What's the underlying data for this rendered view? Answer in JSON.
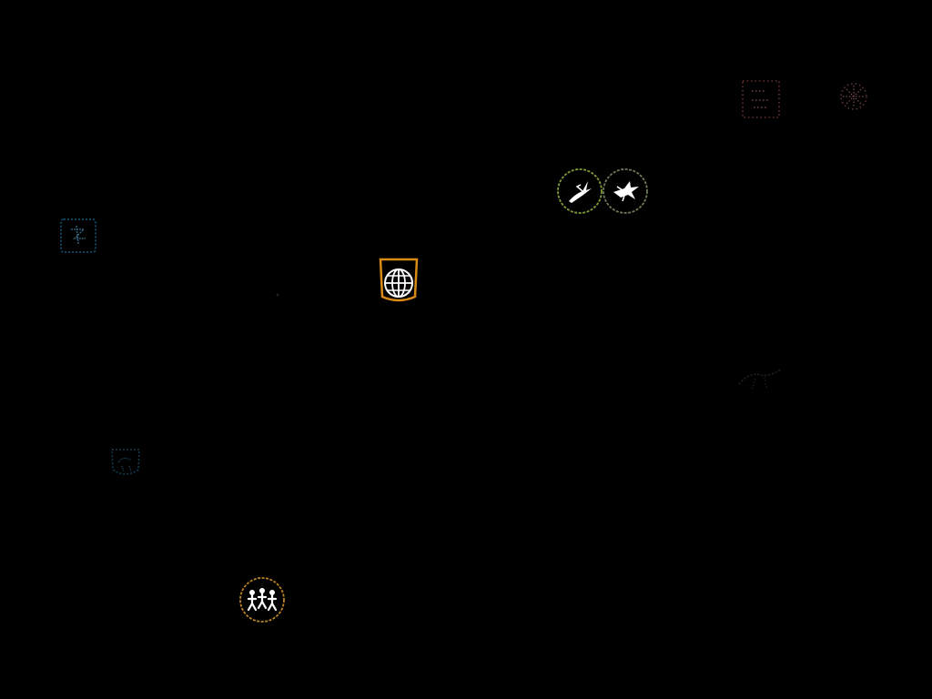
{
  "map": {
    "background": "#000000"
  },
  "units": [
    {
      "id": "u1",
      "icon": "stickman-square-icon",
      "color": "#1e7fb0",
      "visibility": "dim"
    },
    {
      "id": "u2",
      "icon": "horseman-square-icon",
      "color": "#1f6f9a",
      "visibility": "dim"
    },
    {
      "id": "u3",
      "icon": "globe-shield-icon",
      "color": "#d98a16",
      "visibility": "bright"
    },
    {
      "id": "u4",
      "icon": "running-figures-circle-icon",
      "color": "#b98424",
      "visibility": "bright"
    },
    {
      "id": "u5",
      "icon": "dragon-circle-icon",
      "color": "#7f9a3a",
      "visibility": "bright"
    },
    {
      "id": "u6",
      "icon": "bird-circle-icon",
      "color": "#6d7a58",
      "visibility": "bright"
    },
    {
      "id": "u7",
      "icon": "dotted-square-icon",
      "color": "#c45a5a",
      "visibility": "dim"
    },
    {
      "id": "u8",
      "icon": "dotted-starburst-icon",
      "color": "#c46a6a",
      "visibility": "dim"
    },
    {
      "id": "u9",
      "icon": "shadow-creature-icon",
      "color": "#4a4a4a",
      "visibility": "very-dim"
    }
  ]
}
